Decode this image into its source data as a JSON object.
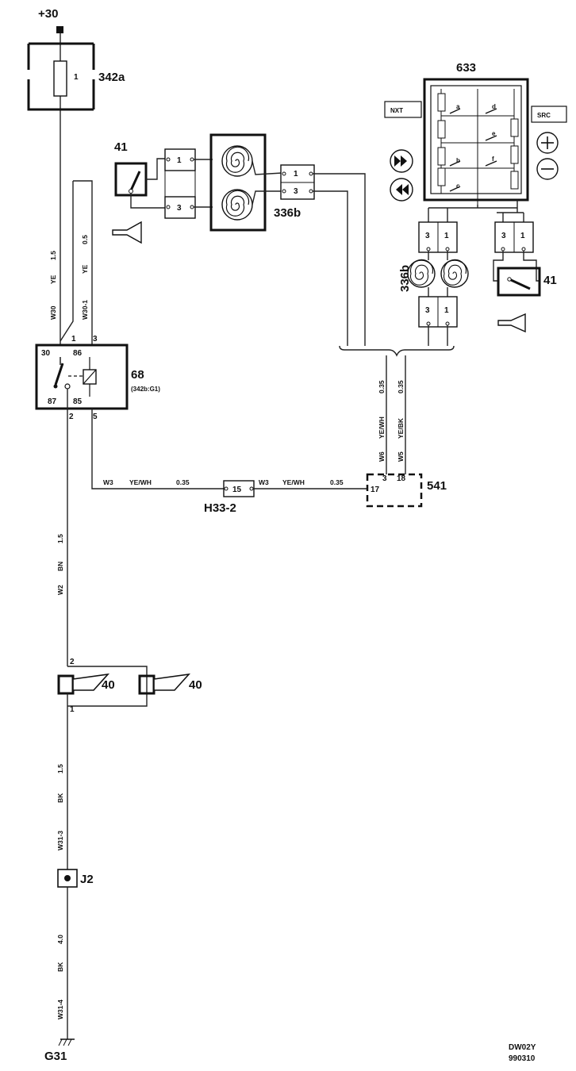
{
  "supply": "+30",
  "fuse": {
    "id": "342a",
    "pin": "1"
  },
  "horn_switch_left": {
    "id": "41"
  },
  "clockspring_left": {
    "id": "336b",
    "pins": [
      "1",
      "3",
      "1",
      "3"
    ]
  },
  "steering_module": {
    "id": "633",
    "buttons": [
      "NXT",
      "SRC"
    ],
    "switches": [
      "a",
      "b",
      "c",
      "d",
      "e",
      "f"
    ]
  },
  "clockspring_right": {
    "id": "336b",
    "pins": [
      "3",
      "1",
      "3",
      "1"
    ]
  },
  "horn_switch_right": {
    "id": "41"
  },
  "relay": {
    "id": "68",
    "ref": "(342b:G1)",
    "pins": [
      "30",
      "86",
      "87",
      "85"
    ],
    "harness_pins": [
      "1",
      "3",
      "2",
      "5"
    ]
  },
  "wires": [
    {
      "name": "W30",
      "color": "YE",
      "size": "1.5"
    },
    {
      "name": "W30-1",
      "color": "YE",
      "size": "0.5"
    },
    {
      "name": "W3",
      "color": "YE/WH",
      "size": "0.35"
    },
    {
      "name": "W3",
      "color": "YE/WH",
      "size": "0.35"
    },
    {
      "name": "W6",
      "color": "YE/WH",
      "size": "0.35"
    },
    {
      "name": "W5",
      "color": "YE/BK",
      "size": "0.35"
    },
    {
      "name": "W2",
      "color": "BN",
      "size": "1.5"
    },
    {
      "name": "W31-3",
      "color": "BK",
      "size": "1.5"
    },
    {
      "name": "W31-4",
      "color": "BK",
      "size": "4.0"
    }
  ],
  "connector_h33": {
    "id": "H33-2",
    "pin": "15"
  },
  "module_541": {
    "id": "541",
    "pins": [
      "3",
      "18",
      "17"
    ]
  },
  "horns": [
    {
      "id": "40"
    },
    {
      "id": "40"
    }
  ],
  "horn_pins": [
    "2",
    "1"
  ],
  "junction": {
    "id": "J2"
  },
  "ground": {
    "id": "G31"
  },
  "footer": {
    "code": "DW02Y",
    "date": "990310"
  }
}
